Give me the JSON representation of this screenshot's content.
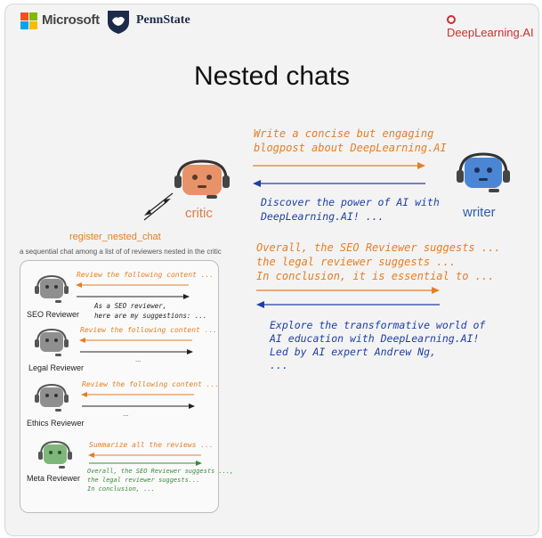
{
  "header": {
    "microsoft": "Microsoft",
    "pennstate": "PennState",
    "deeplearning": "DeepLearning.AI"
  },
  "title": "Nested chats",
  "agents": {
    "critic": "critic",
    "writer": "writer"
  },
  "register_label": "register_nested_chat",
  "sequential_note": "a sequential chat among a list of of reviewers nested in the critic",
  "main_chat": {
    "request_line1": "Write a concise but engaging",
    "request_line2": "blogpost about DeepLearning.AI",
    "draft_line1": "Discover the power of AI with",
    "draft_line2": "DeepLearning.AI! ...",
    "feedback_line1": "Overall, the SEO Reviewer suggests ...",
    "feedback_line2": "the legal reviewer suggests ...",
    "feedback_line3": "In conclusion, it is essential to ...",
    "revision_line1": "Explore the transformative world of",
    "revision_line2": "AI education with DeepLearning.AI!",
    "revision_line3": "Led by AI expert Andrew Ng,",
    "revision_line4": "..."
  },
  "reviewers": {
    "seo": {
      "name": "SEO Reviewer",
      "request": "Review the following content ...",
      "reply_line1": "As a SEO reviewer,",
      "reply_line2": "here are my suggestions: ..."
    },
    "legal": {
      "name": "Legal Reviewer",
      "request": "Review the following content ...",
      "reply": "..."
    },
    "ethics": {
      "name": "Ethics Reviewer",
      "request": "Review the following content ...",
      "reply": "..."
    },
    "meta": {
      "name": "Meta Reviewer",
      "request": "Summarize all the reviews ...",
      "reply_line1": "Overall, the SEO Reviewer suggests ...,",
      "reply_line2": "the legal reviewer suggests...",
      "reply_line3": "In conclusion, ..."
    }
  },
  "colors": {
    "critic": "#e8926a",
    "writer": "#4a86d4",
    "reviewer": "#8f8f8f",
    "meta": "#7fb77a",
    "orange_text": "#e67e22",
    "blue_text": "#1f3fa5",
    "green_text": "#3c8a3c"
  }
}
